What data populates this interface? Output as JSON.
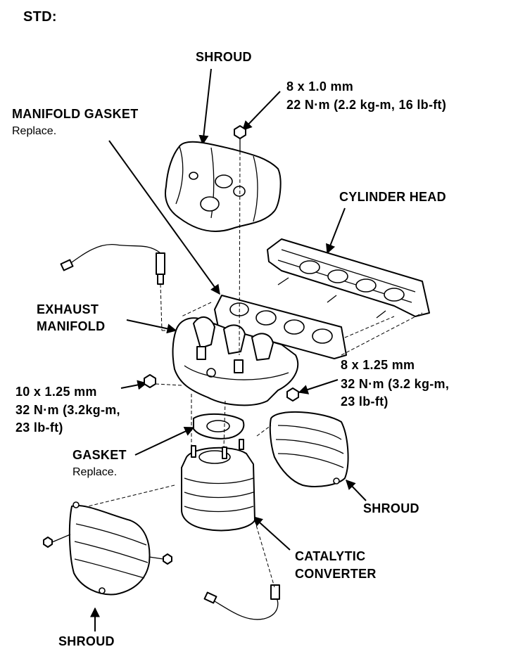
{
  "header": {
    "title": "STD:"
  },
  "labels": {
    "shroud_top": "SHROUD",
    "bolt_top_size": "8 x 1.0 mm",
    "bolt_top_torque": "22 N·m (2.2 kg-m, 16 lb-ft)",
    "manifold_gasket": "MANIFOLD GASKET",
    "manifold_gasket_note": "Replace.",
    "cylinder_head": "CYLINDER HEAD",
    "exhaust_manifold_line1": "EXHAUST",
    "exhaust_manifold_line2": "MANIFOLD",
    "nut_right_size": "8 x 1.25 mm",
    "nut_right_torque_line1": "32 N·m (3.2 kg-m,",
    "nut_right_torque_line2": "23 lb-ft)",
    "nut_left_size": "10 x 1.25 mm",
    "nut_left_torque_line1": "32 N·m (3.2kg-m,",
    "nut_left_torque_line2": "23 lb-ft)",
    "gasket": "GASKET",
    "gasket_note": "Replace.",
    "shroud_right": "SHROUD",
    "catalytic_line1": "CATALYTIC",
    "catalytic_line2": "CONVERTER",
    "shroud_bottom": "SHROUD"
  }
}
